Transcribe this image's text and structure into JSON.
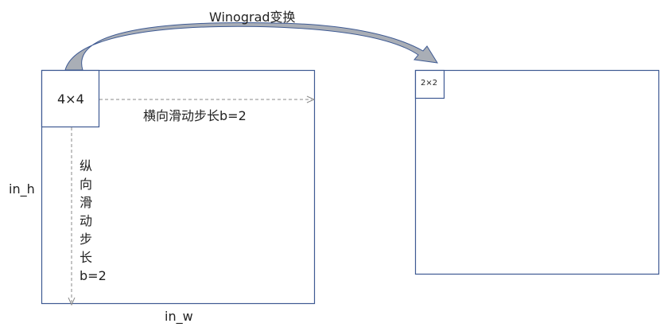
{
  "transform_label": "Winograd变换",
  "input": {
    "tile_label": "4×4",
    "width_label": "in_w",
    "height_label": "in_h",
    "horizontal_stride_label": "横向滑动步长b=2",
    "vertical_stride_chars": [
      "纵",
      "向",
      "滑",
      "动",
      "步",
      "长",
      "b=2"
    ]
  },
  "output": {
    "tile_label": "2×2"
  },
  "colors": {
    "frame": "#3e5a93",
    "arrow_fill": "#a9aeb6",
    "dash": "#8a8a8a"
  }
}
